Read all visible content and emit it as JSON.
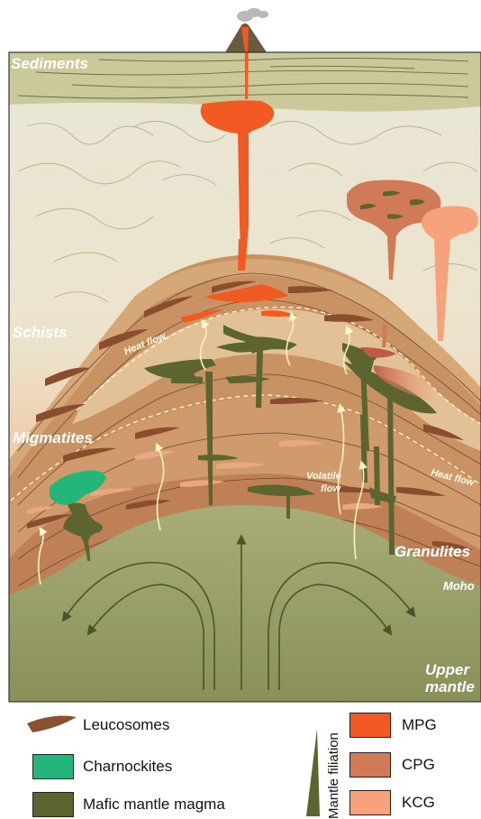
{
  "diagram": {
    "layers": {
      "sediments": "Sediments",
      "schists": "Schists",
      "migmatites": "Migmatites",
      "granulites": "Granulites",
      "moho": "Moho",
      "upper_mantle_1": "Upper",
      "upper_mantle_2": "mantle"
    },
    "annotations": {
      "heat_flow_left": "Heat flow",
      "heat_flow_right": "Heat flow",
      "volatile_1": "Volatile",
      "volatile_2": "flow"
    },
    "colors": {
      "sediments": "#c9c99a",
      "schists_top": "#e6e3d2",
      "schists_bottom": "#f0a97a",
      "dome": "#c98d5e",
      "mantle": "#8a9058",
      "mafic": "#5c6430",
      "charnockite": "#24b57a",
      "mpg": "#f15a22",
      "cpg": "#d07a58",
      "kcg": "#f7a27a",
      "leucosome": "#8a5030"
    }
  },
  "legend": {
    "leucosomes": "Leucosomes",
    "charnockites": "Charnockites",
    "mafic": "Mafic mantle magma",
    "filiation": "Mantle filiation",
    "mpg": "MPG",
    "cpg": "CPG",
    "kcg": "KCG"
  }
}
